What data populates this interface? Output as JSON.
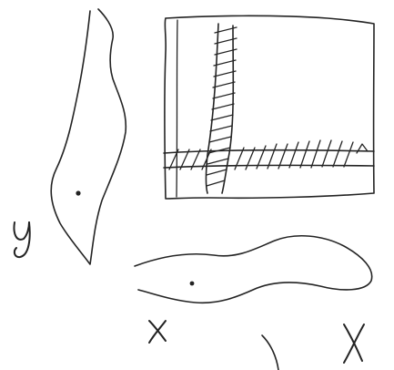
{
  "labels": {
    "y_label": "y",
    "x_label": "x",
    "X_label": "X"
  },
  "colors": {
    "ink": "#232323",
    "paper": "#ffffff"
  }
}
